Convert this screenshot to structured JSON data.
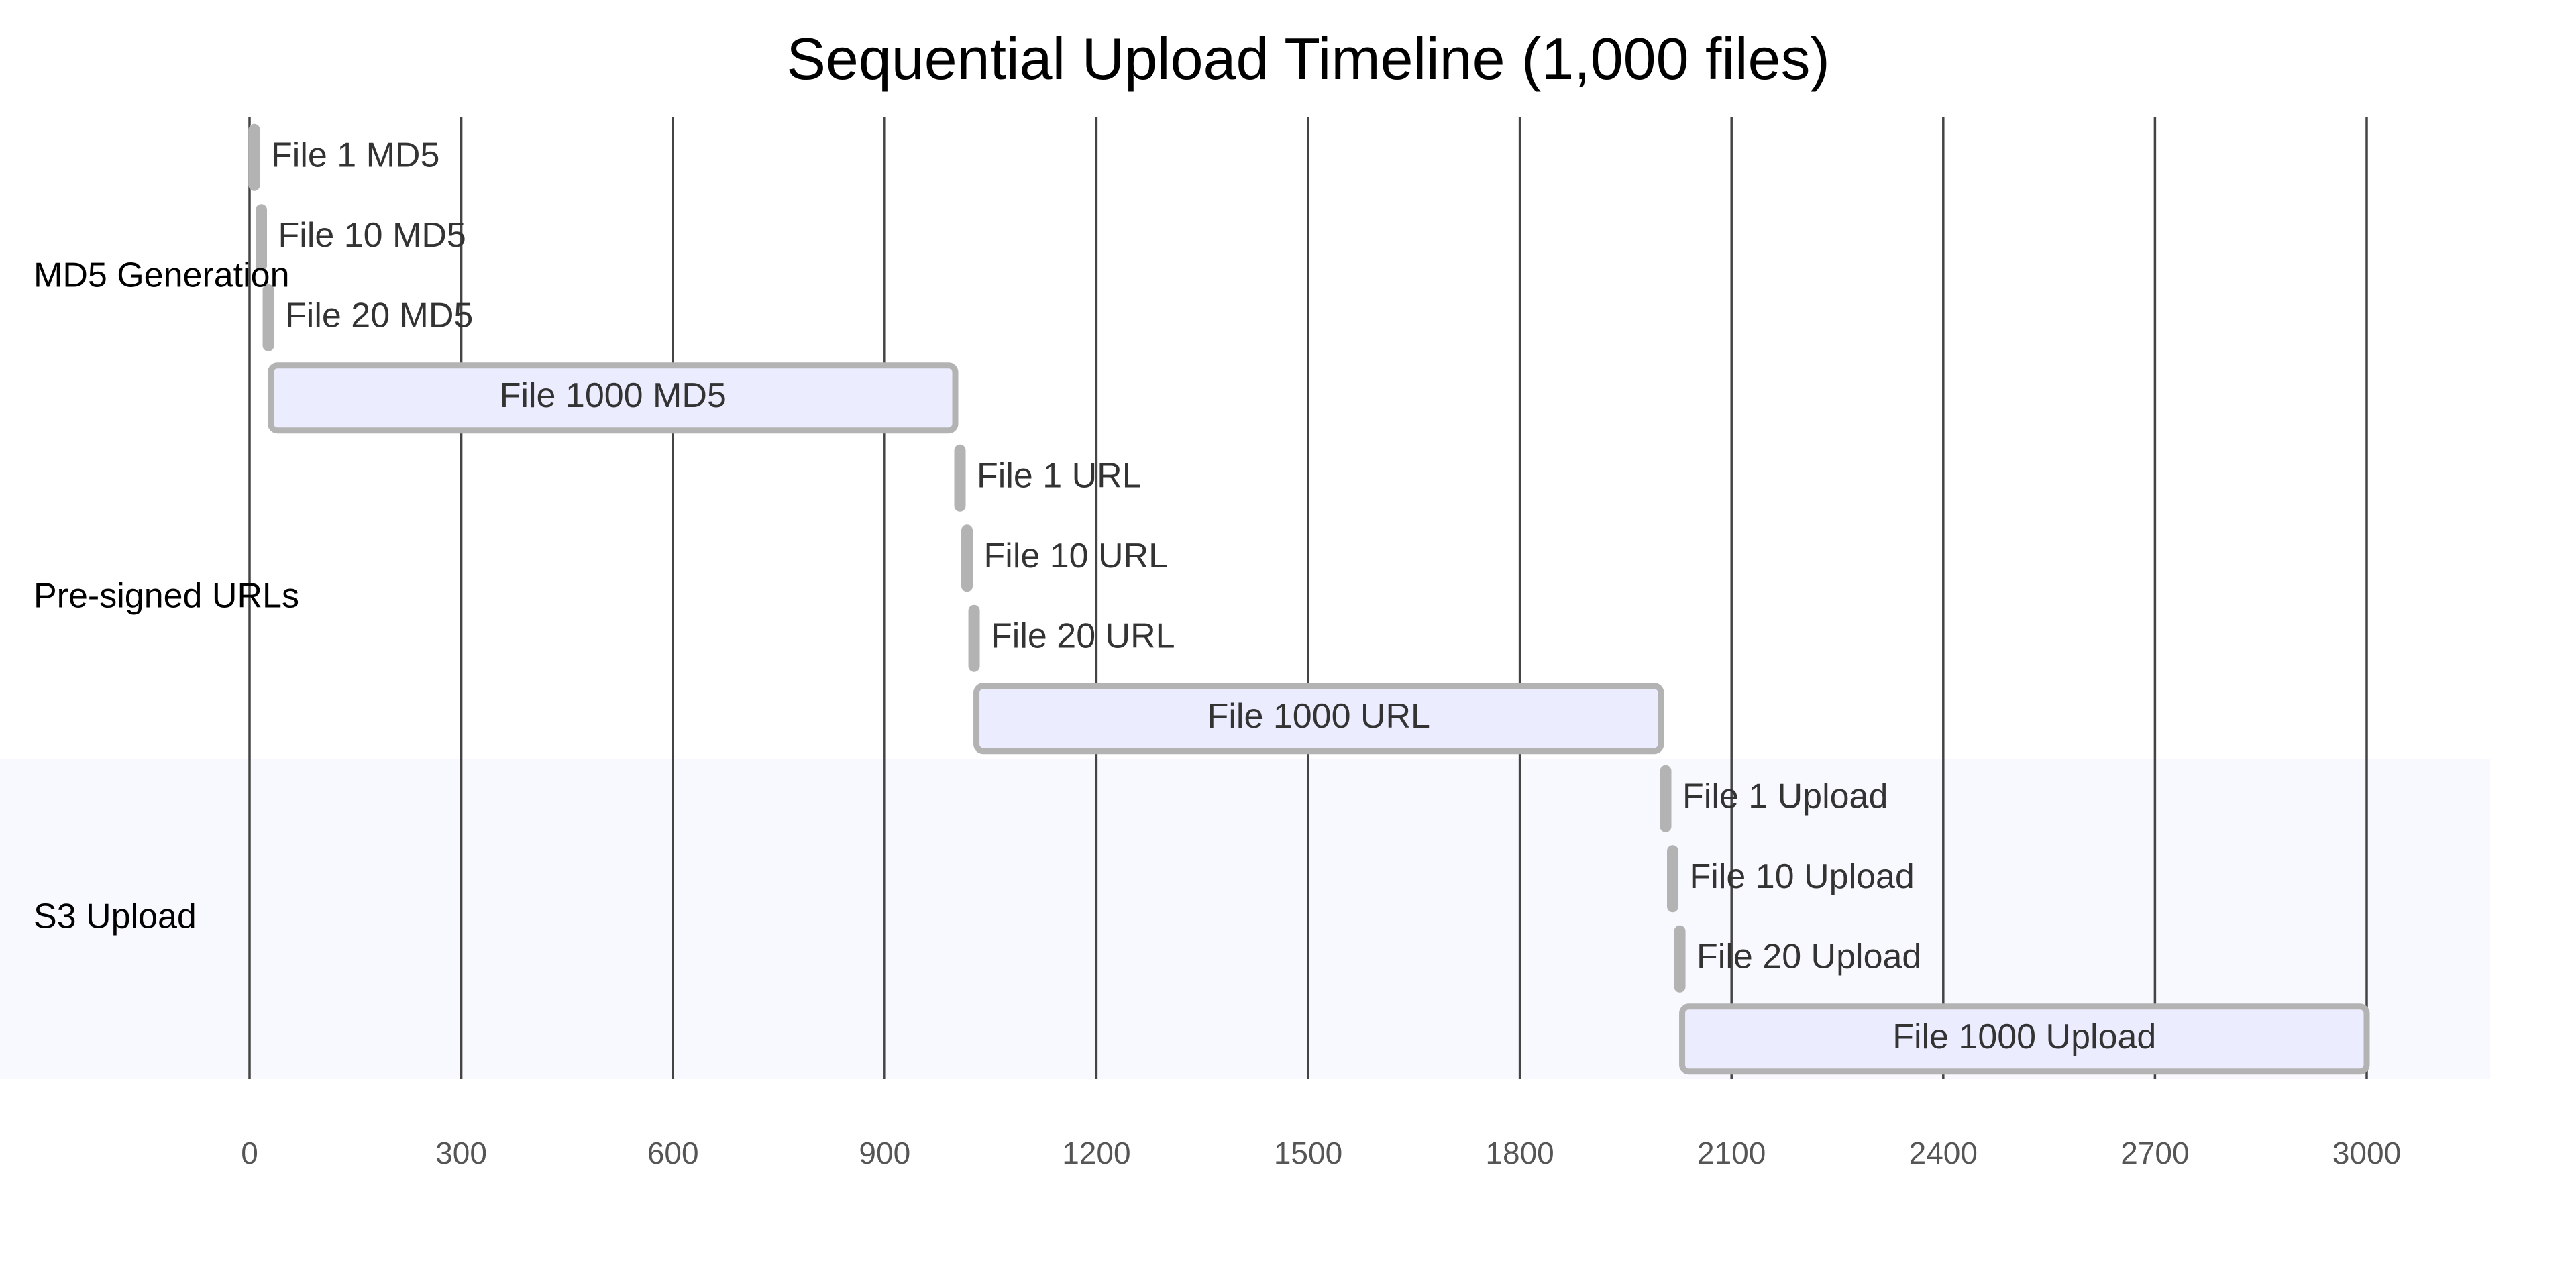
{
  "colors": {
    "background": "#ffffff",
    "section_band_alt": "#f8f8ff",
    "grid_line": "#444444",
    "bar_fill": "#ececff",
    "bar_stroke": "#b3b3b3",
    "milestone_fill": "#b3b3b3",
    "title_text": "#000000",
    "task_text": "#333333",
    "tick_text": "#555555"
  },
  "chart_data": {
    "type": "gantt",
    "title": "Sequential Upload Timeline (1,000 files)",
    "xlim": [
      0,
      3000
    ],
    "x_ticks": [
      0,
      300,
      600,
      900,
      1200,
      1500,
      1800,
      2100,
      2400,
      2700,
      3000
    ],
    "grid": true,
    "sections": [
      {
        "name": "MD5 Generation",
        "tasks": [
          {
            "label": "File 1 MD5",
            "start": 0,
            "end": 3
          },
          {
            "label": "File 10 MD5",
            "start": 10,
            "end": 20
          },
          {
            "label": "File 20 MD5",
            "start": 20,
            "end": 30
          },
          {
            "label": "File 1000 MD5",
            "start": 30,
            "end": 1000
          }
        ]
      },
      {
        "name": "Pre-signed URLs",
        "tasks": [
          {
            "label": "File 1 URL",
            "start": 1000,
            "end": 1003
          },
          {
            "label": "File 10 URL",
            "start": 1010,
            "end": 1020
          },
          {
            "label": "File 20 URL",
            "start": 1020,
            "end": 1030
          },
          {
            "label": "File 1000 URL",
            "start": 1030,
            "end": 2000
          }
        ]
      },
      {
        "name": "S3 Upload",
        "tasks": [
          {
            "label": "File 1 Upload",
            "start": 2000,
            "end": 2003
          },
          {
            "label": "File 10 Upload",
            "start": 2010,
            "end": 2020
          },
          {
            "label": "File 20 Upload",
            "start": 2020,
            "end": 2030
          },
          {
            "label": "File 1000 Upload",
            "start": 2030,
            "end": 3000
          }
        ]
      }
    ]
  }
}
